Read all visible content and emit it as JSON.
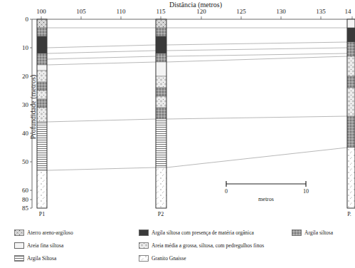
{
  "diagram": {
    "labels": [
      "Distância (metros)",
      "100",
      "105",
      "110",
      "115",
      "120",
      "125",
      "130",
      "135",
      "14",
      "Profundidade (metros)",
      "0",
      "10",
      "20",
      "30",
      "40",
      "50",
      "60",
      "80",
      "85",
      "P1",
      "P2",
      "P.",
      "0",
      "10",
      "metros"
    ],
    "legend": [
      {
        "text": "Aterro areno-argiloso"
      },
      {
        "text": "Argila siltosa com presença de matéria orgânica",
        "color": "#3a3a3a"
      },
      {
        "text": "Argila siltosa"
      },
      {
        "text": "Areia fina siltosa",
        "color": "#f4f4f4"
      },
      {
        "text": "Areia média a grossa, siltosa, com pedregulhos finos"
      },
      {
        "text": "Argila Siltosa"
      },
      {
        "text": "Granito Gnaisse"
      }
    ]
  }
}
